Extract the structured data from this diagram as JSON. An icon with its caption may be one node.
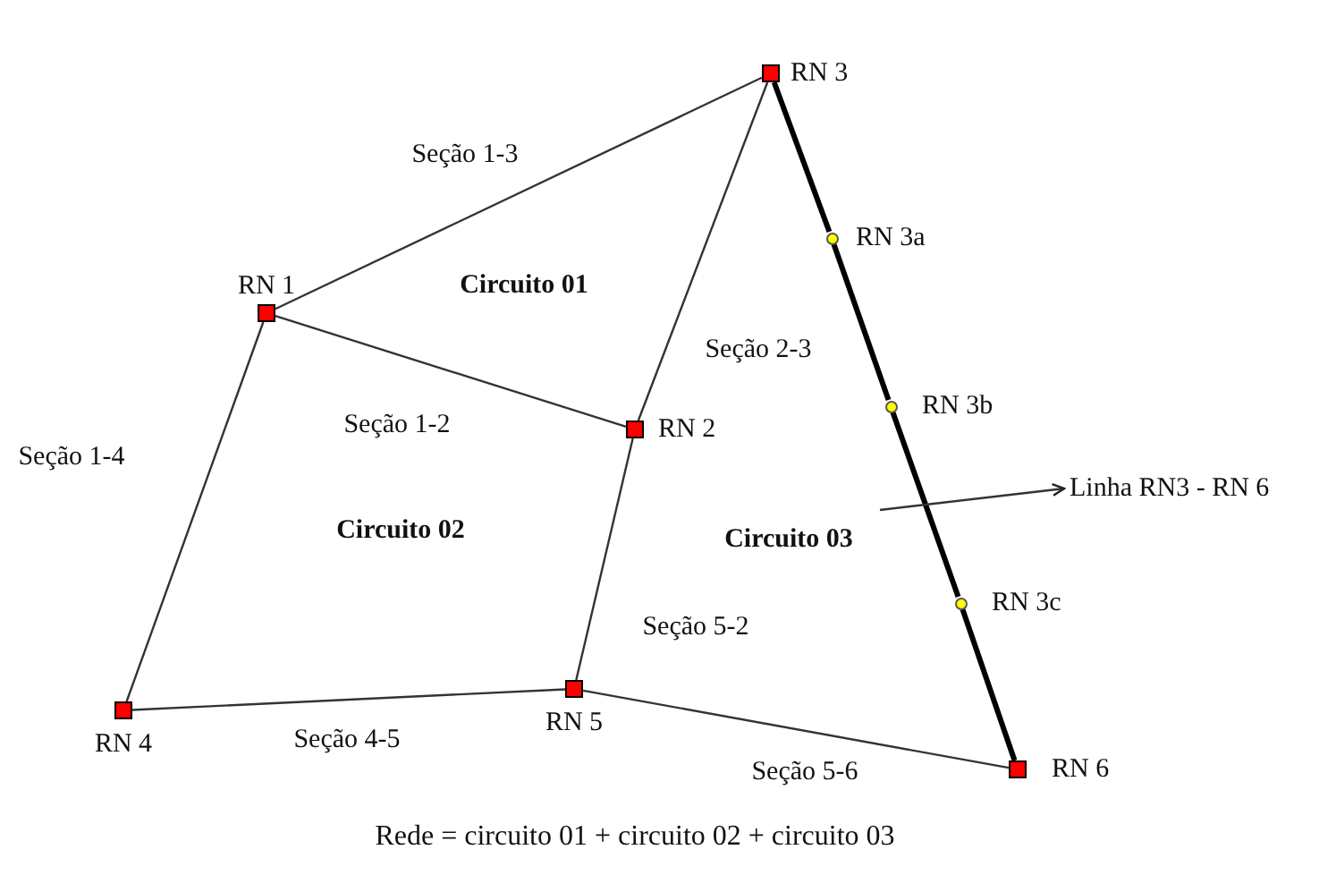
{
  "diagram": {
    "caption": "Rede = circuito 01 + circuito 02 + circuito 03",
    "nodes": [
      {
        "text": [
          "RN 3"
        ]
      },
      {
        "text": [
          "RN 1"
        ]
      },
      {
        "text": [
          "RN 3a"
        ]
      },
      {
        "text": [
          "RN 2"
        ]
      },
      {
        "text": [
          "RN 3b"
        ]
      },
      {
        "text": [
          "Linha RN3 - RN 6"
        ]
      },
      {
        "text": [
          "RN 3c"
        ]
      },
      {
        "text": [
          "RN 4"
        ]
      },
      {
        "text": [
          "RN 5"
        ]
      },
      {
        "text": [
          "RN 6"
        ]
      }
    ],
    "edges": [
      {
        "from": 1,
        "to": 0,
        "arrow": "none",
        "label": "Seção 1-3"
      },
      {
        "from": 1,
        "to": 3,
        "arrow": "none",
        "label": "Seção 1-2"
      },
      {
        "from": 1,
        "to": 7,
        "arrow": "none",
        "label": "Seção 1-4"
      },
      {
        "from": 3,
        "to": 0,
        "arrow": "none",
        "label": "Seção 2-3"
      },
      {
        "from": 8,
        "to": 3,
        "arrow": "none",
        "label": "Seção 5-2"
      },
      {
        "from": 7,
        "to": 8,
        "arrow": "none",
        "label": "Seção 4-5"
      },
      {
        "from": 8,
        "to": 9,
        "arrow": "none",
        "label": "Seção 5-6"
      },
      {
        "from": 0,
        "to": 2,
        "arrow": "none",
        "style": "thick"
      },
      {
        "from": 2,
        "to": 4,
        "arrow": "none",
        "style": "thick"
      },
      {
        "from": 4,
        "to": 6,
        "arrow": "none",
        "style": "thick"
      },
      {
        "from": 6,
        "to": 9,
        "arrow": "none",
        "style": "thick"
      },
      {
        "from": null,
        "to": 5,
        "arrow": "to"
      }
    ],
    "labels": [
      "Circuito 01",
      "Circuito 02",
      "Circuito 03"
    ]
  }
}
